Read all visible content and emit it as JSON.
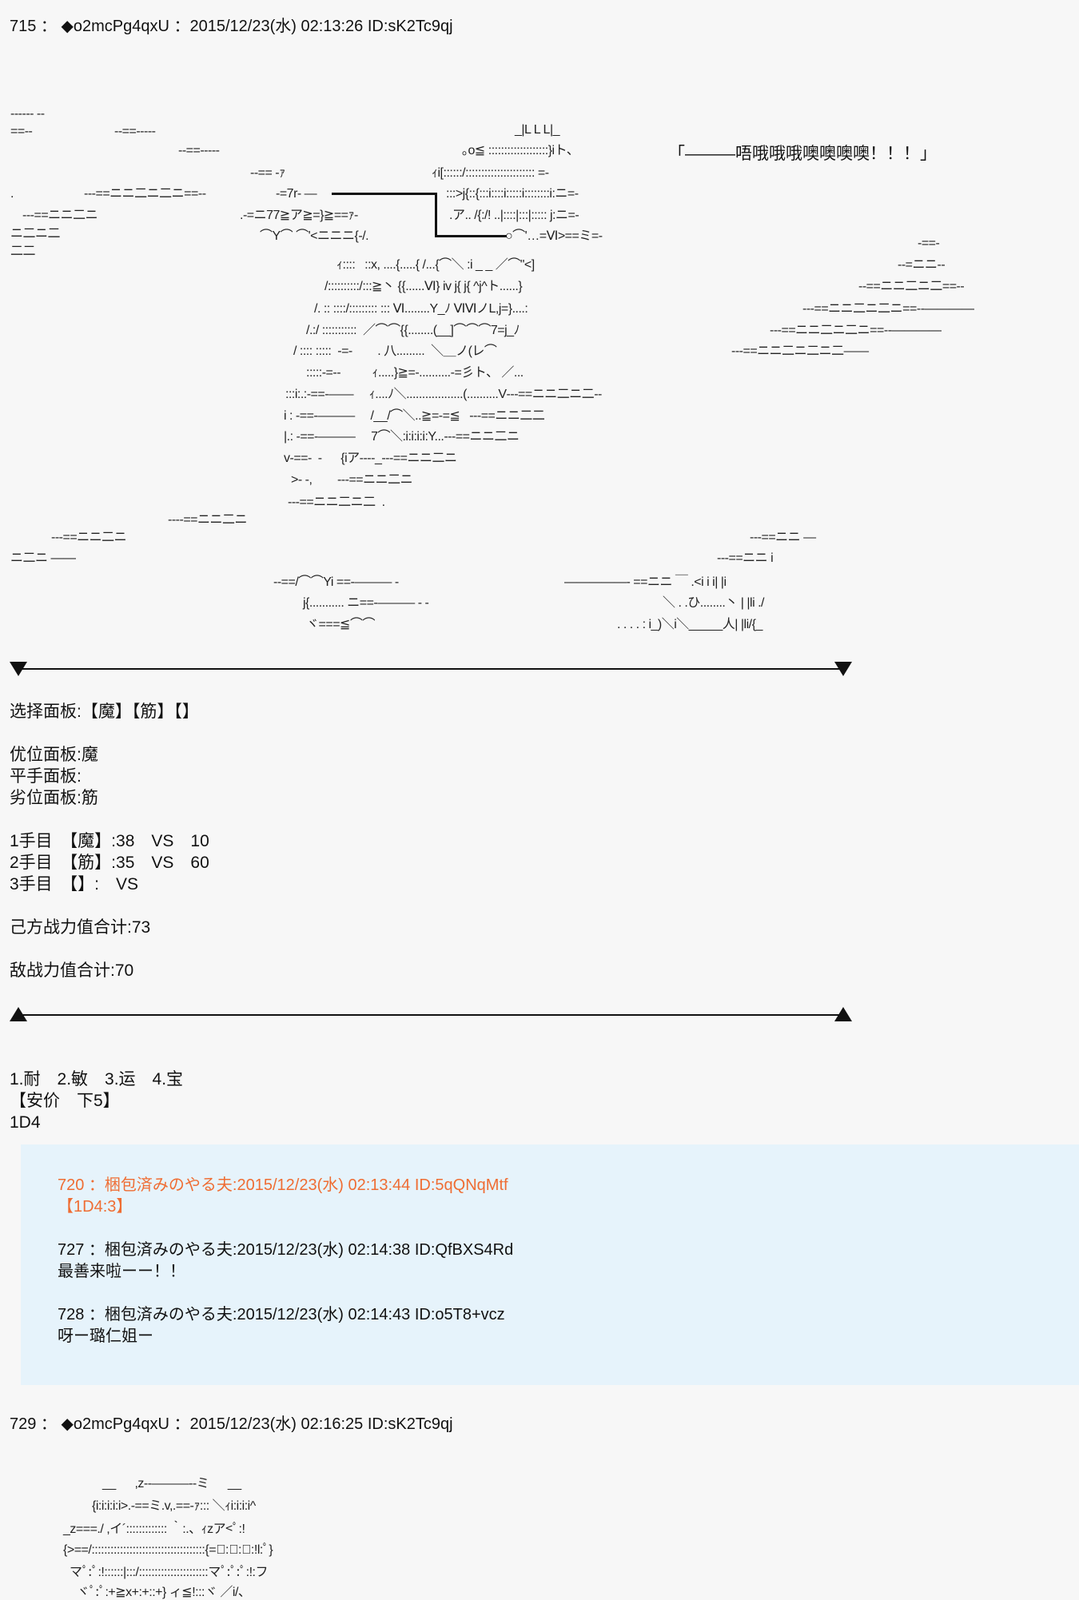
{
  "post1": {
    "header": "715 ： ◆o2mcPg4qxU ：2015/12/23(水) 02:13:26 ID:sK2Tc9qj",
    "shout": "「―――唔哦哦哦噢噢噢噢！！！」",
    "art_fragments": [
      "‐‐‐‐‐‐ ‐‐",
      "==‐‐",
      "‐‐==‐‐‐‐‐",
      "_|L L L|_",
      "‐‐==‐‐‐‐‐",
      "｡o≦ :::::::::::::::::::}iト、",
      "‐‐== ‐ｧ",
      "ｨi[::::::/:::::::::::::::::::::: =‐",
      ".",
      "‐‐‐==ニニ二ニ二ニ==‐‐",
      "‐=7r‐ ―",
      ":::>j{::{:::i::::i:::::i::::::::i:ニ=‐",
      "‐‐‐==ニニ二ニ",
      ".‐=ニ77≧ア≧=}≧==ｧ‐",
      ".ア.. /{:/! ..|::::|:::|::::: j:ニ=‐",
      "ニ二ニ二",
      "⌒Y⌒ ⌒'<ニニニ{‐/.",
      "○⌒'…=Ⅵ>==ミ=‐",
      "二二",
      "ｨ::::   ::x, ....{.....{ /...{⌒＼ :i _ _ ／⌒\"<]",
      "‐==‐",
      "/::::::::::/:::≧丶 {{......Ⅵ} iv j{ j{ ^j^ト......}",
      "‐‐=ニニ‐‐",
      "/. :: ::::/::::::::: ::: Ⅵ........Y_ﾉ ⅥⅥノL,j=}....:",
      "‐‐==ニニ二ニ二==‐‐",
      "/.:/ :::::::::::  ／⌒⌒{{........(__]⌒⌒⌒7=j_ﾉ",
      "‐‐‐==ニニ二ニ二ニ==‐‐――――",
      "/ :::: :::::  ‐=‐        . 八.........  ＼＿ノ(レ⌒",
      "‐‐‐==ニニ二ニ二ニ==‐‐――――",
      ":::::‐=‐‐          ｨ.....}≧=‐..........‐=彡ト、 ／...",
      "‐‐‐==ニニ二ニ二ニ二――",
      ":::i:.:‐==‐――     ｨ....ﾉ＼..................(..........V‐‐‐==ニニ二ニ二‐‐",
      "i : ‐==‐―――     /__/⌒＼..≧=‐=≦   ‐‐‐==ニニ二二",
      "|.: ‐==‐―――     7⌒＼:i:i:i:i:Y...‐‐‐==ニニ二ニ",
      "v‐==‐  ‐      {iア‐‐‐‐_‐‐‐==ニニ二ニ",
      ">‐ ‐,        ‐‐‐==ニニ二ニ",
      "‐‐‐==ニニ二ニ二  .",
      "‐‐‐‐==ニニ二ニ",
      "‐‐‐==ニニ二ニ",
      "‐‐‐==ニニ ―",
      "ニ二ニ ――",
      "‐‐‐==ニニ i",
      "‐‐==/⌒⌒Yi ==‐――― ‐",
      "―――――‐ ==ニニ ￣ .<i i i| |i",
      "j{........... ニ==‐――― ‐ ‐",
      "＼ . .ひ........丶 | |li ./",
      "ヾ===≦⌒⌒",
      ". . . . : i_)＼i＼_____人| |li/{_"
    ],
    "lines": {
      "select": "选择面板:【魔】【筋】【】",
      "superior": "优位面板:魔",
      "even": "平手面板:",
      "inferior": "劣位面板:筋",
      "round1": "1手目　【魔】:38　VS　10",
      "round2": "2手目　【筋】:35　VS　60",
      "round3": "3手目　【】:　VS",
      "own_total": "己方战力值合计:73",
      "enemy_total": "敌战力值合计:70",
      "options": "1.耐　2.敏　3.运　4.宝",
      "anka": "【安价　下5】",
      "dice": "1D4"
    }
  },
  "replies": [
    {
      "header": "720 ：梱包済みのやる夫:2015/12/23(水) 02:13:44 ID:5qQNqMtf",
      "body": "【1D4:3】",
      "highlight": true
    },
    {
      "header": "727 ：梱包済みのやる夫:2015/12/23(水) 02:14:38 ID:QfBXS4Rd",
      "body": "最善来啦ーー！！",
      "highlight": false
    },
    {
      "header": "728 ：梱包済みのやる夫:2015/12/23(水) 02:14:43 ID:o5T8+vcz",
      "body": "呀ー璐仁姐ー",
      "highlight": false
    }
  ],
  "post2": {
    "header": "729 ： ◆o2mcPg4qxU ：2015/12/23(水) 02:16:25 ID:sK2Tc9qj",
    "art_fragments": [
      "__      ,z‐‐―――‐‐ミ      __",
      "{i:i:i:i:i>.‐==ミ.v,.==‐ｧ::: ＼ｨi:i:i:i^",
      "_z===./ ,イ´::::::::::::: ｀:.、ｨzア<ﾟ:!",
      "{>==/::::::::::::::::::::::::::::::::::::{=ﾟ:ﾟ:ﾟ:!l:ﾟ}",
      "マﾟ:ﾟ:!::::::|:::/::::::::::::::::::::::マﾟ:ﾟ:ﾟ:!:フ",
      "ヾﾟ:ﾟ:+≧x+:+::+} ィ≦!:::ヾ ／i/、"
    ]
  },
  "colors": {
    "background": "#f7f7f7",
    "reply_background": "#e6f3fb",
    "highlight": "#ef6d33"
  }
}
